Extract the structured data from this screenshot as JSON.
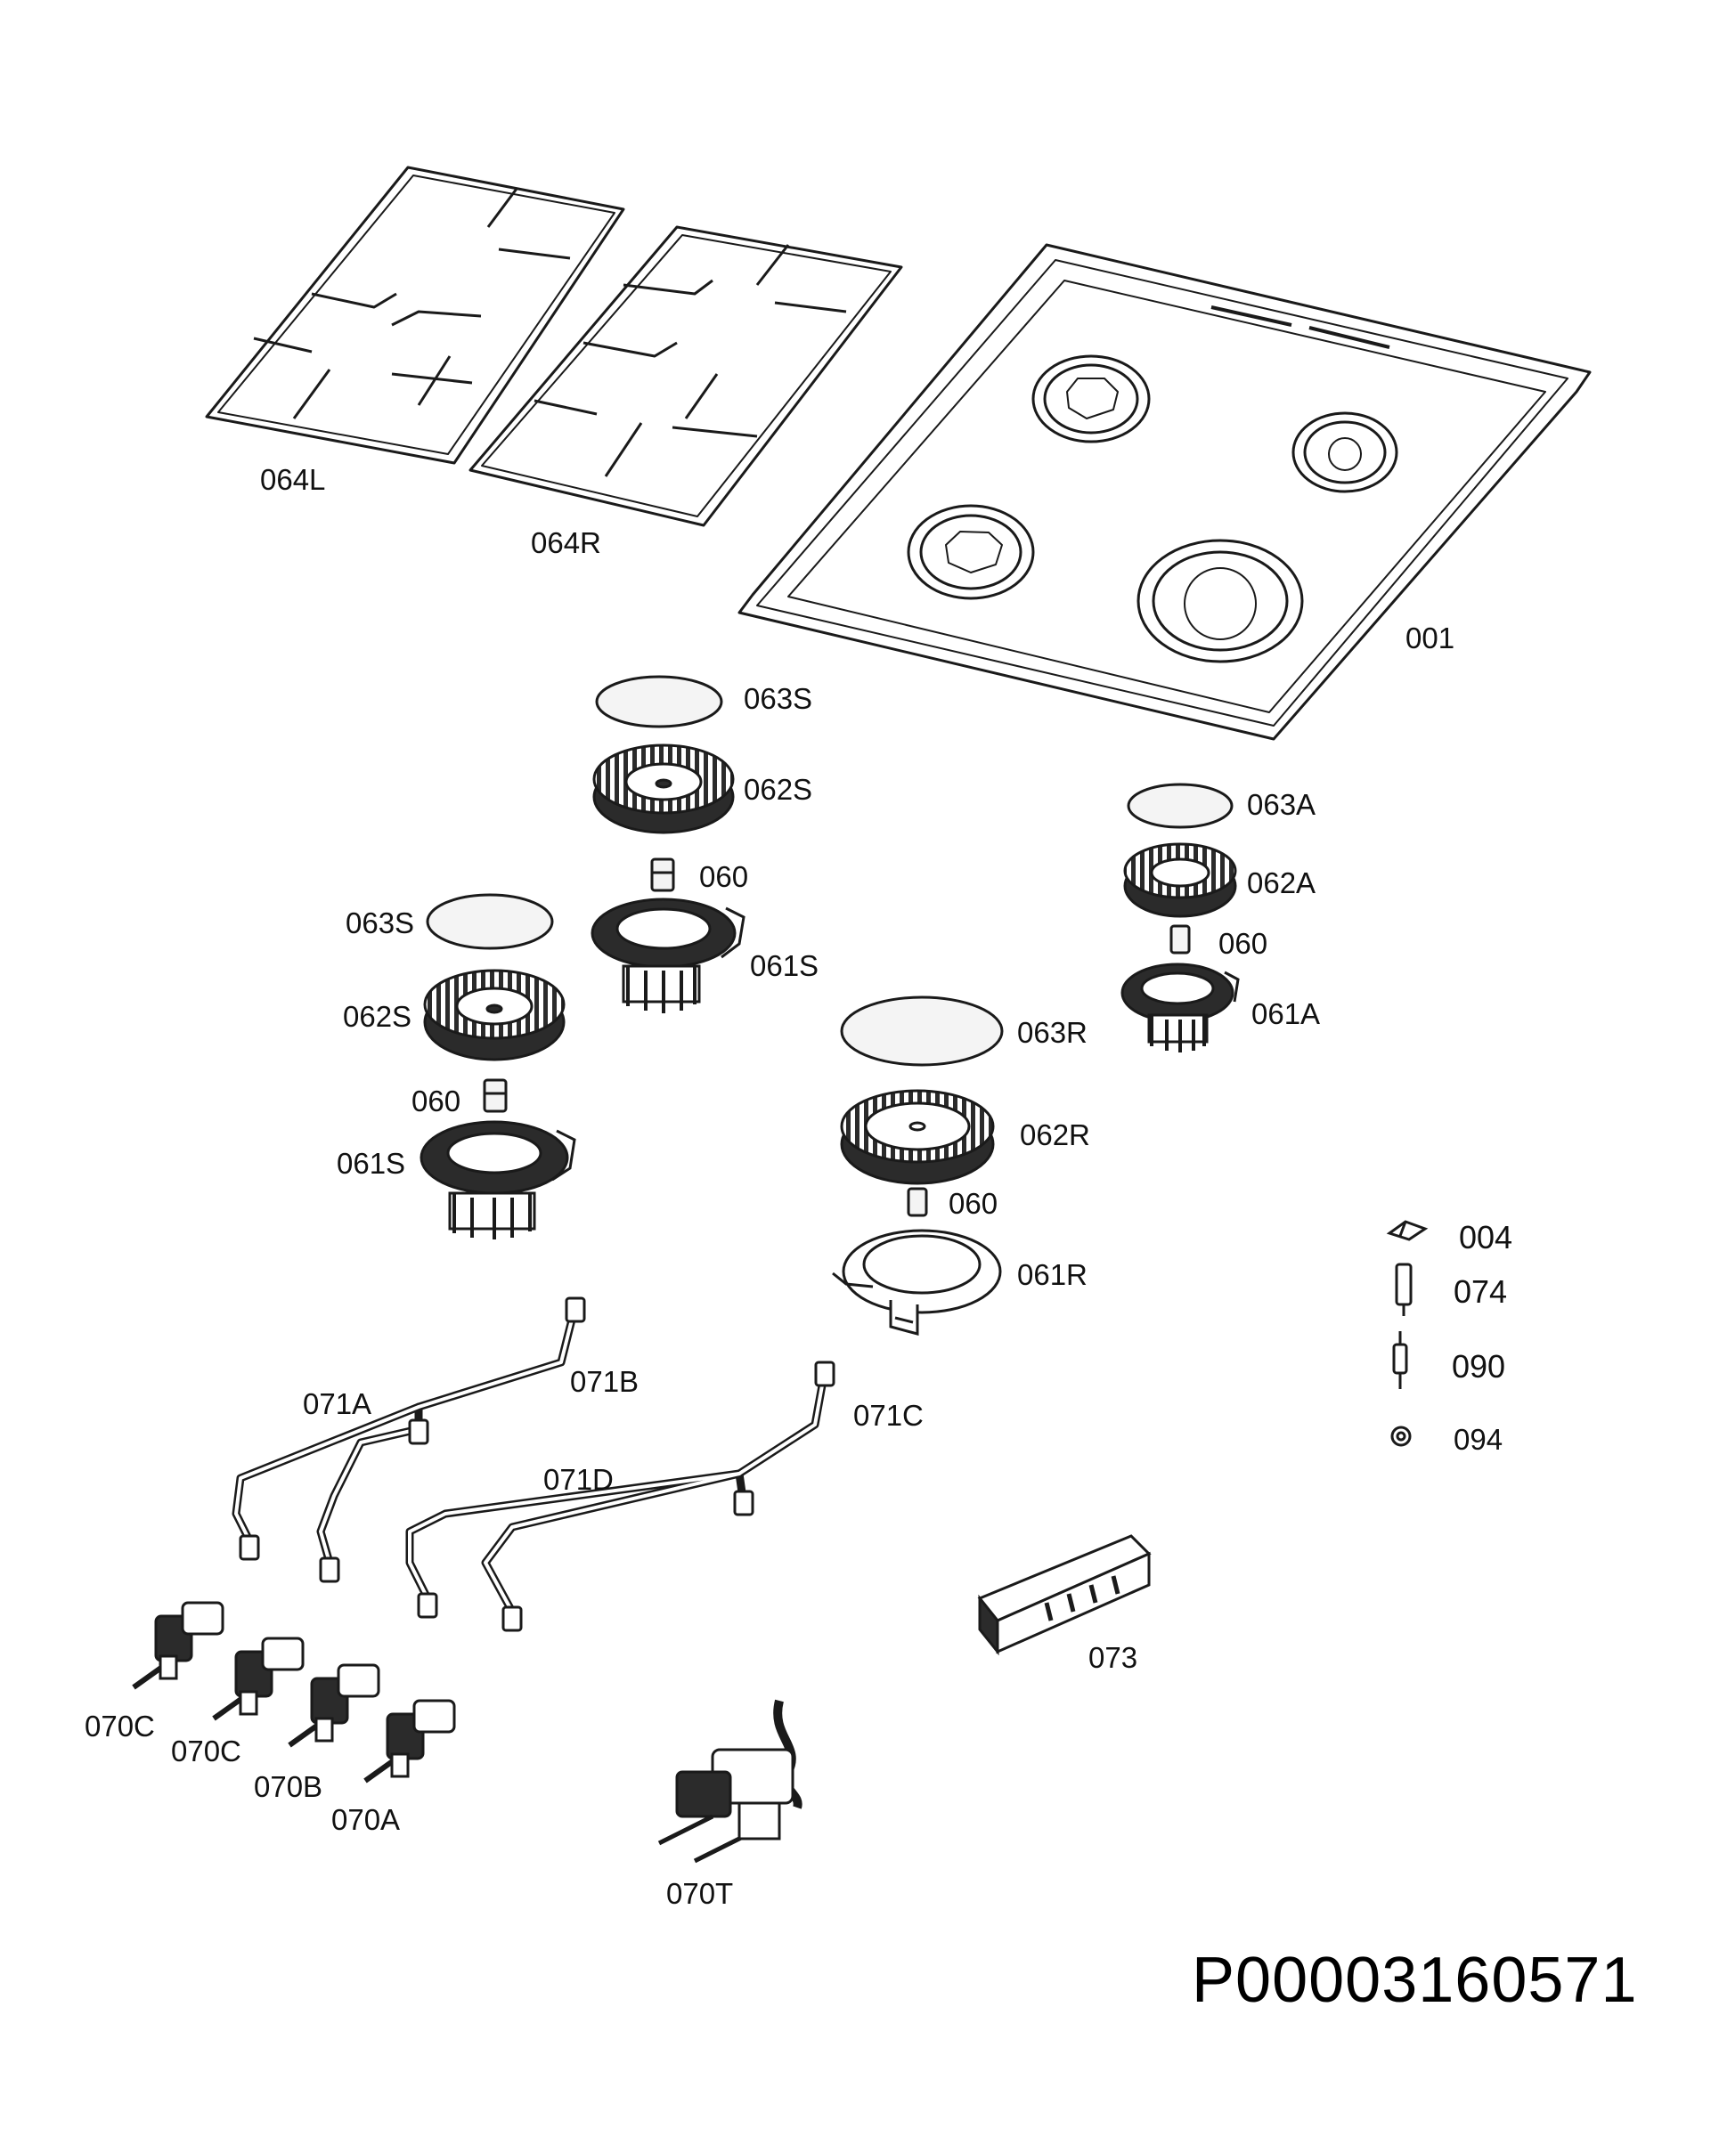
{
  "document_id": "P00003160571",
  "colors": {
    "line": "#1a1a1a",
    "fill_dark": "#2b2b2b",
    "fill_light": "#f4f4f4",
    "label": "#111111"
  },
  "parts": {
    "p064L": "064L",
    "p064R": "064R",
    "p001": "001",
    "p063S_a": "063S",
    "p062S_a": "062S",
    "p060_a": "060",
    "p061S_a": "061S",
    "p063S_b": "063S",
    "p062S_b": "062S",
    "p060_b": "060",
    "p061S_b": "061S",
    "p063A": "063A",
    "p062A": "062A",
    "p060_c": "060",
    "p061A": "061A",
    "p063R": "063R",
    "p062R": "062R",
    "p060_d": "060",
    "p061R": "061R",
    "p004": "004",
    "p074": "074",
    "p090": "090",
    "p094": "094",
    "p071A": "071A",
    "p071B": "071B",
    "p071C": "071C",
    "p071D": "071D",
    "p073": "073",
    "p070C_a": "070C",
    "p070C_b": "070C",
    "p070B": "070B",
    "p070A": "070A",
    "p070T": "070T"
  }
}
